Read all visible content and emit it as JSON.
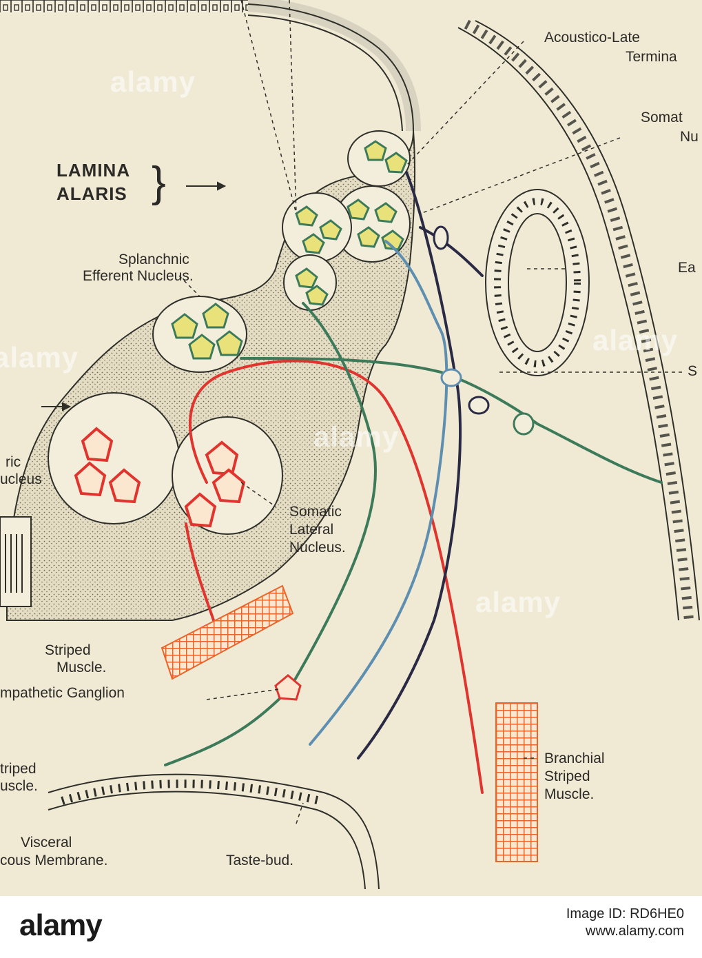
{
  "labels": {
    "acoustico": "Acoustico-Late",
    "termina": "Termina",
    "somat": "Somat",
    "nu": "Nu",
    "lamina_alaris_1": "LAMINA",
    "lamina_alaris_2": "ALARIS",
    "splanchnic_1": "Splanchnic",
    "splanchnic_2": "Efferent Nucleus.",
    "ea": "Ea",
    "s": "S",
    "ric": "ric",
    "ucleus": "ucleus",
    "somatic_lat_1": "Somatic",
    "somatic_lat_2": "Lateral",
    "somatic_lat_3": "Nucleus.",
    "striped_1": "Striped",
    "striped_2": "Muscle.",
    "sympathetic": "mpathetic Ganglion",
    "triped": "triped",
    "uscle": "uscle.",
    "visceral_1": "Visceral",
    "visceral_2": "cous Membrane.",
    "taste": "Taste-bud.",
    "branchial_1": "Branchial",
    "branchial_2": "Striped",
    "branchial_3": "Muscle."
  },
  "watermark": "alamy",
  "footer": {
    "logo": "alamy",
    "image_id_line": "Image ID: RD6HE0",
    "site": "www.alamy.com"
  },
  "colors": {
    "paper": "#f0ead5",
    "outline": "#2f2f2a",
    "red": "#e0342e",
    "green": "#3d7a5a",
    "blue": "#5f8fb0",
    "dark": "#2a2a44",
    "muscle": "#e8652b",
    "yellow": "#e9e27a"
  }
}
